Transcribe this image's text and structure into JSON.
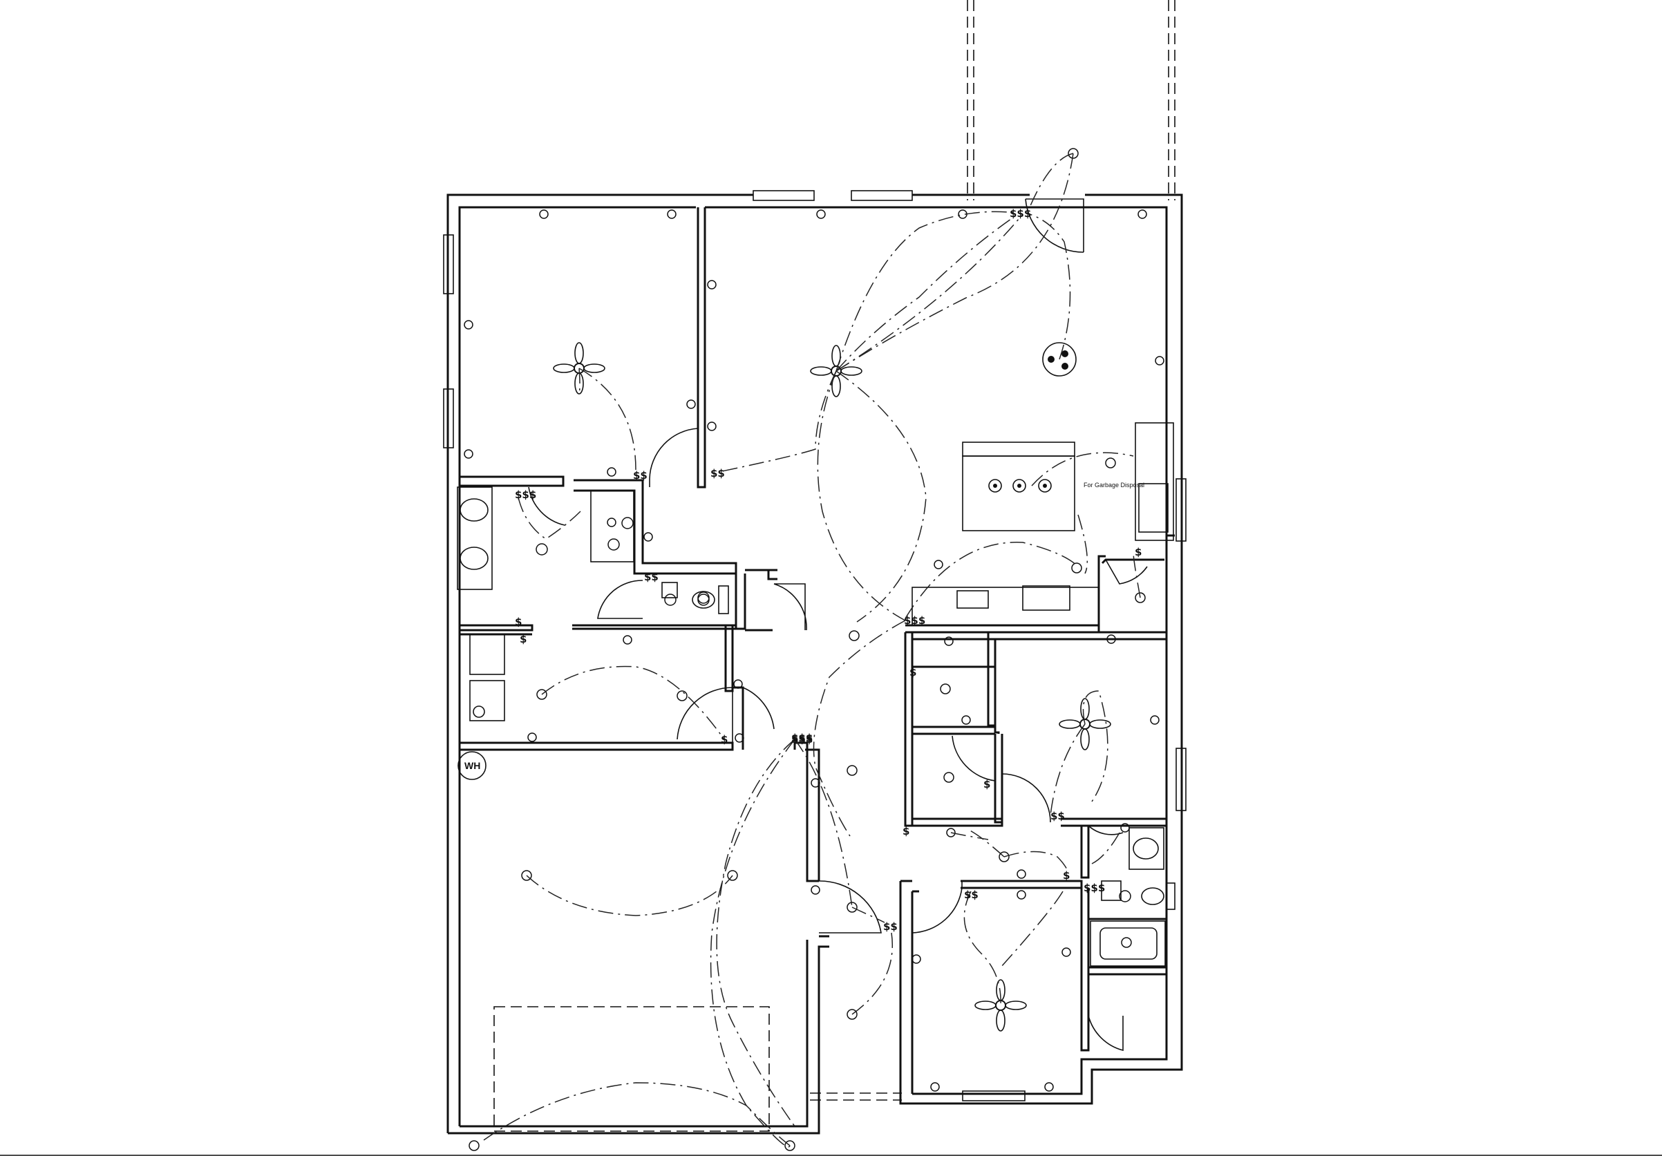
{
  "drawing": {
    "type": "electrical floor plan",
    "labels": {
      "garbage_disposal": "For Garbage Disposal",
      "water_heater": "WH"
    },
    "switch_symbols": {
      "single": "$",
      "double": "$$",
      "triple": "$$$"
    }
  },
  "colors": {
    "line": "#111111",
    "background": "#ffffff"
  }
}
